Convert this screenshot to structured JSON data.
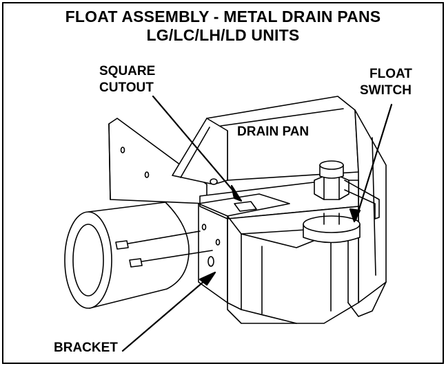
{
  "title": {
    "line1": "FLOAT ASSEMBLY - METAL DRAIN PANS",
    "line2": "LG/LC/LH/LD UNITS"
  },
  "labels": {
    "square_cutout_1": "SQUARE",
    "square_cutout_2": "CUTOUT",
    "float_switch_1": "FLOAT",
    "float_switch_2": "SWITCH",
    "drain_pan": "DRAIN PAN",
    "bracket": "BRACKET"
  }
}
